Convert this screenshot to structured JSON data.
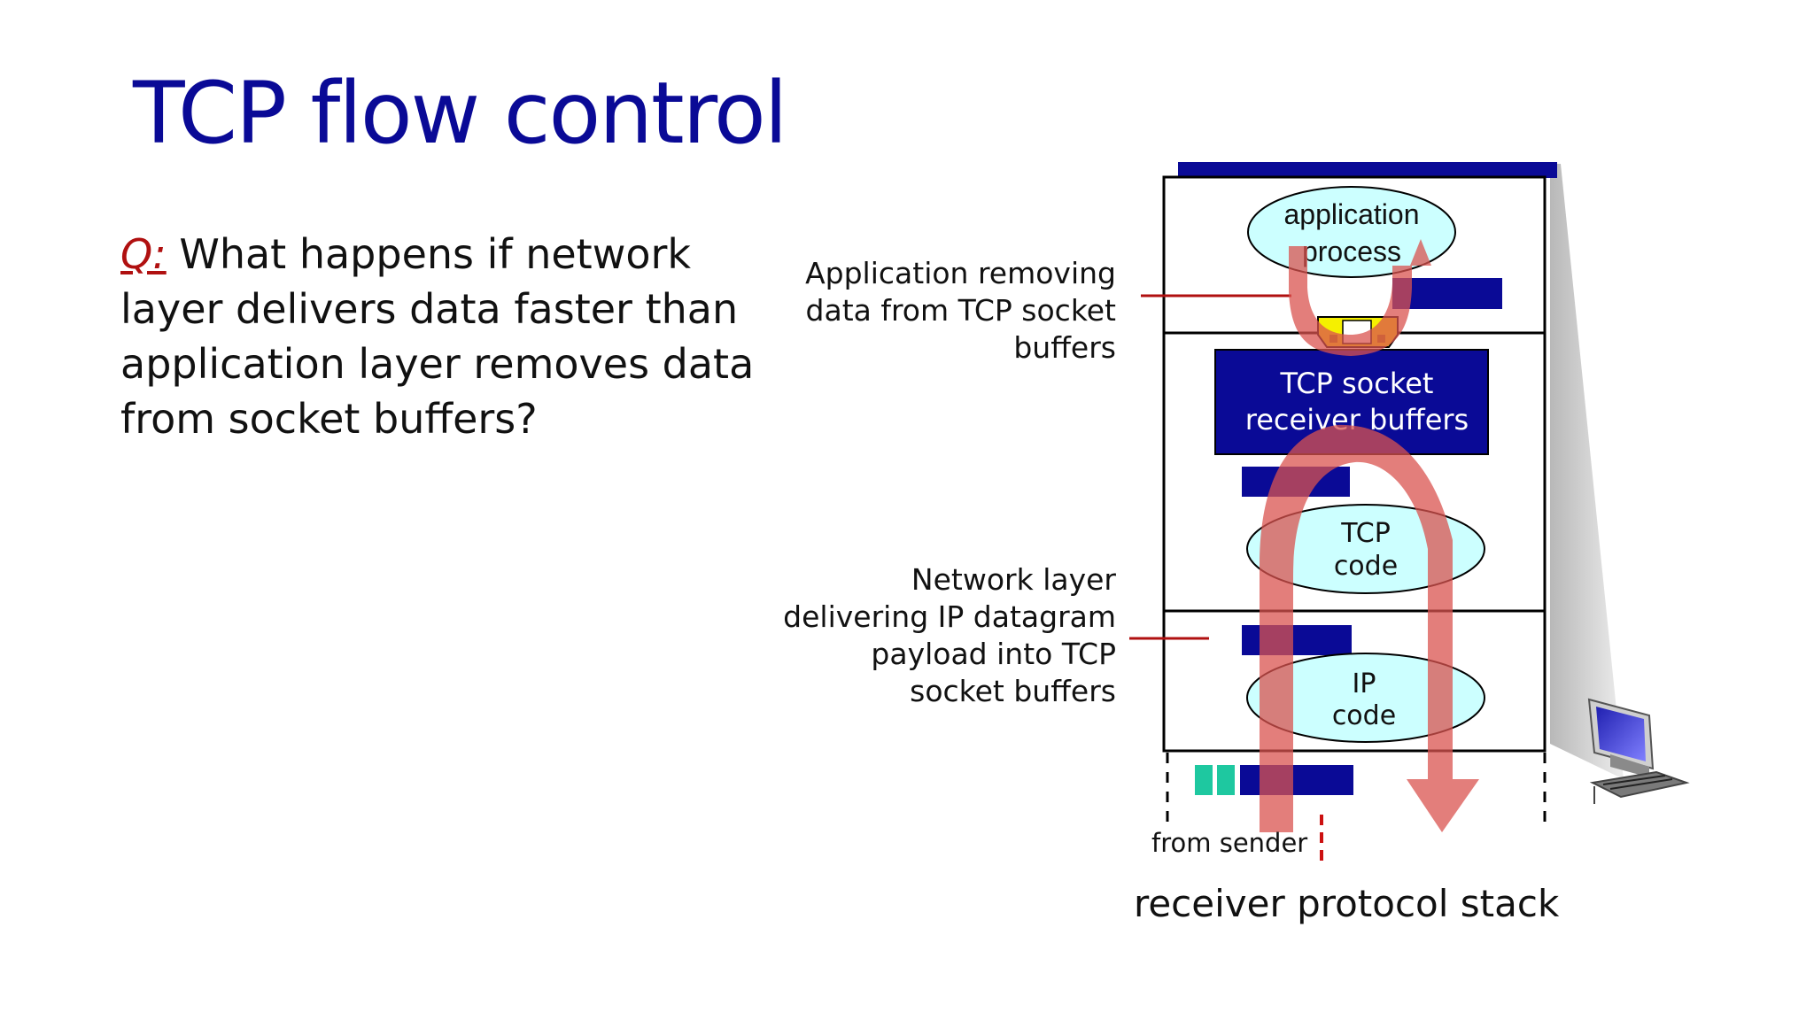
{
  "slide": {
    "title": "TCP flow control",
    "question_prefix": "Q:",
    "question_text": " What happens if network layer delivers data faster than application layer removes data from socket buffers?"
  },
  "diagram": {
    "app_ellipse": {
      "line1": "application",
      "line2": "process"
    },
    "socket_box": {
      "line1": "TCP socket",
      "line2": "receiver buffers"
    },
    "tcp_ellipse": {
      "line1": "TCP",
      "line2": "code"
    },
    "ip_ellipse": {
      "line1": "IP",
      "line2": "code"
    },
    "label_app": "Application removing data from TCP socket buffers",
    "label_net": "Network layer delivering IP datagram payload into TCP socket buffers",
    "from_sender": "from sender",
    "caption": "receiver protocol stack"
  },
  "colors": {
    "title": "#0a0a96",
    "navy": "#0a0a96",
    "ellipse_fill": "#ccffff",
    "arrow": "#d9534f",
    "accent_red": "#b01010",
    "packet_green": "#1ec8a0",
    "yellow": "#f5f000"
  },
  "icons": [
    "desktop-computer-icon"
  ]
}
